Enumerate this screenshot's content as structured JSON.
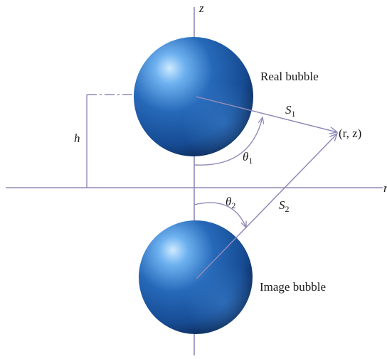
{
  "axis": {
    "z_label": "z",
    "r_label": "r",
    "line_color": "#8e8ab8"
  },
  "bubbles": {
    "real_label": "Real bubble",
    "image_label": "Image bubble",
    "base_color": "#1f5da8",
    "highlight_color": "#bfe4ff",
    "shadow_color": "#0b2550"
  },
  "labels": {
    "h": "h",
    "point": "(r, z)",
    "s1_main": "S",
    "s1_sub": "1",
    "s2_main": "S",
    "s2_sub": "2",
    "theta1_main": "θ",
    "theta1_sub": "1",
    "theta2_main": "θ",
    "theta2_sub": "2"
  },
  "colors": {
    "line": "#8e8ab8",
    "text": "#1a1a1a"
  }
}
